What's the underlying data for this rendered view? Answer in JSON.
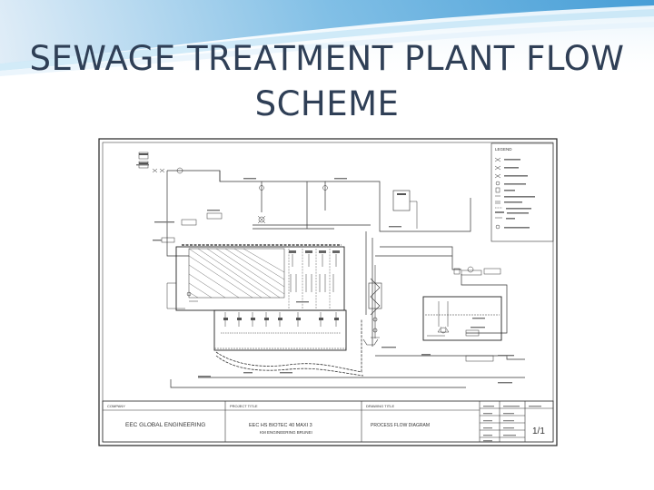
{
  "slide": {
    "title": "SEWAGE TREATMENT PLANT FLOW SCHEME"
  },
  "drawing": {
    "legend_title": "LEGEND",
    "title_block": {
      "company_header": "COMPANY",
      "company": "EEC GLOBAL ENGINEERING",
      "project_header": "PROJECT TITLE",
      "project_line1": "EEC HS BIOTEC 40 MAXI 3",
      "project_line2": "KM ENGINEERING BRUNEI",
      "drawing_title_header": "DRAWING TITLE",
      "drawing_title": "PROCESS FLOW DIAGRAM",
      "sheet": "1/1"
    }
  }
}
